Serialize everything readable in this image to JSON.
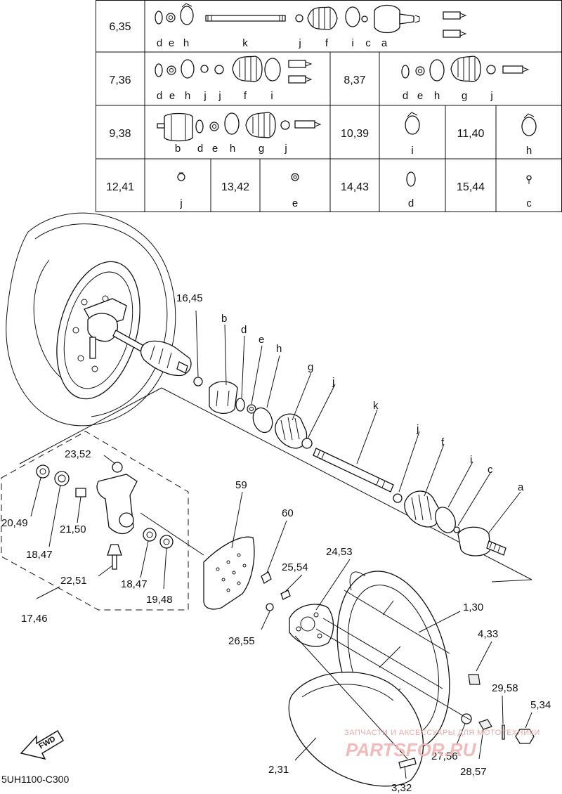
{
  "table": {
    "rows": [
      {
        "ref": "6,35",
        "letters": [
          "d",
          "e",
          "h",
          "k",
          "j",
          "f",
          "i",
          "c",
          "a"
        ]
      },
      {
        "ref": "7,36",
        "letters": [
          "d",
          "e",
          "h",
          "j",
          "j",
          "f",
          "i"
        ]
      },
      {
        "ref": "8,37",
        "letters": [
          "d",
          "e",
          "h",
          "g",
          "j"
        ]
      },
      {
        "ref": "9,38",
        "letters": [
          "b",
          "d",
          "e",
          "h",
          "g",
          "j"
        ]
      },
      {
        "ref": "10,39",
        "letters": [
          "i"
        ]
      },
      {
        "ref": "11,40",
        "letters": [
          "h"
        ]
      },
      {
        "ref": "12,41",
        "letters": [
          "j"
        ]
      },
      {
        "ref": "13,42",
        "letters": [
          "e"
        ]
      },
      {
        "ref": "14,43",
        "letters": [
          "d"
        ]
      },
      {
        "ref": "15,44",
        "letters": [
          "c"
        ]
      }
    ]
  },
  "callouts": {
    "c16_45": "16,45",
    "b": "b",
    "d": "d",
    "e": "e",
    "h": "h",
    "g": "g",
    "j1": "j",
    "k": "k",
    "j2": "j",
    "f": "f",
    "i": "i",
    "c": "c",
    "a": "a",
    "c23_52": "23,52",
    "c59": "59",
    "c60": "60",
    "c20_49": "20,49",
    "c18_47a": "18,47",
    "c21_50": "21,50",
    "c22_51": "22,51",
    "c18_47b": "18,47",
    "c19_48": "19,48",
    "c17_46": "17,46",
    "c24_53": "24,53",
    "c25_54": "25,54",
    "c26_55": "26,55",
    "c1_30": "1,30",
    "c4_33": "4,33",
    "c29_58": "29,58",
    "c5_34": "5,34",
    "c27_56": "27,56",
    "c28_57": "28,57",
    "c2_31": "2,31",
    "c3_32": "3,32"
  },
  "fwd_label": "FWD",
  "diagram_code": "5UH1100-C300",
  "watermark": {
    "line1": "ЗАПЧАСТИ И АКСЕССУАРЫ ДЛЯ МОТОТЕХНИКИ",
    "line2": "PARTSFOR.RU"
  }
}
